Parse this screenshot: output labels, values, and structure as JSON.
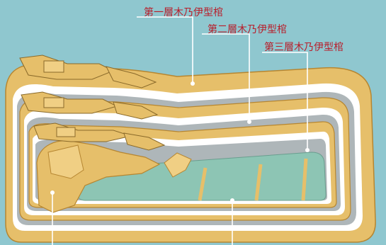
{
  "labels": {
    "coffin_1": "第一層木乃伊型棺",
    "coffin_2": "第二層木乃伊型棺",
    "coffin_3": "第三層木乃伊型棺"
  },
  "colors": {
    "background": "#8fc7cf",
    "gold": "#e6bf6a",
    "gold_dark": "#b68631",
    "cavity_gray": "#aeb6b9",
    "white_layer": "#ffffff",
    "mummy_green": "#8dc5b4",
    "leader": "#ffffff",
    "label_text": "#b81d2a"
  }
}
